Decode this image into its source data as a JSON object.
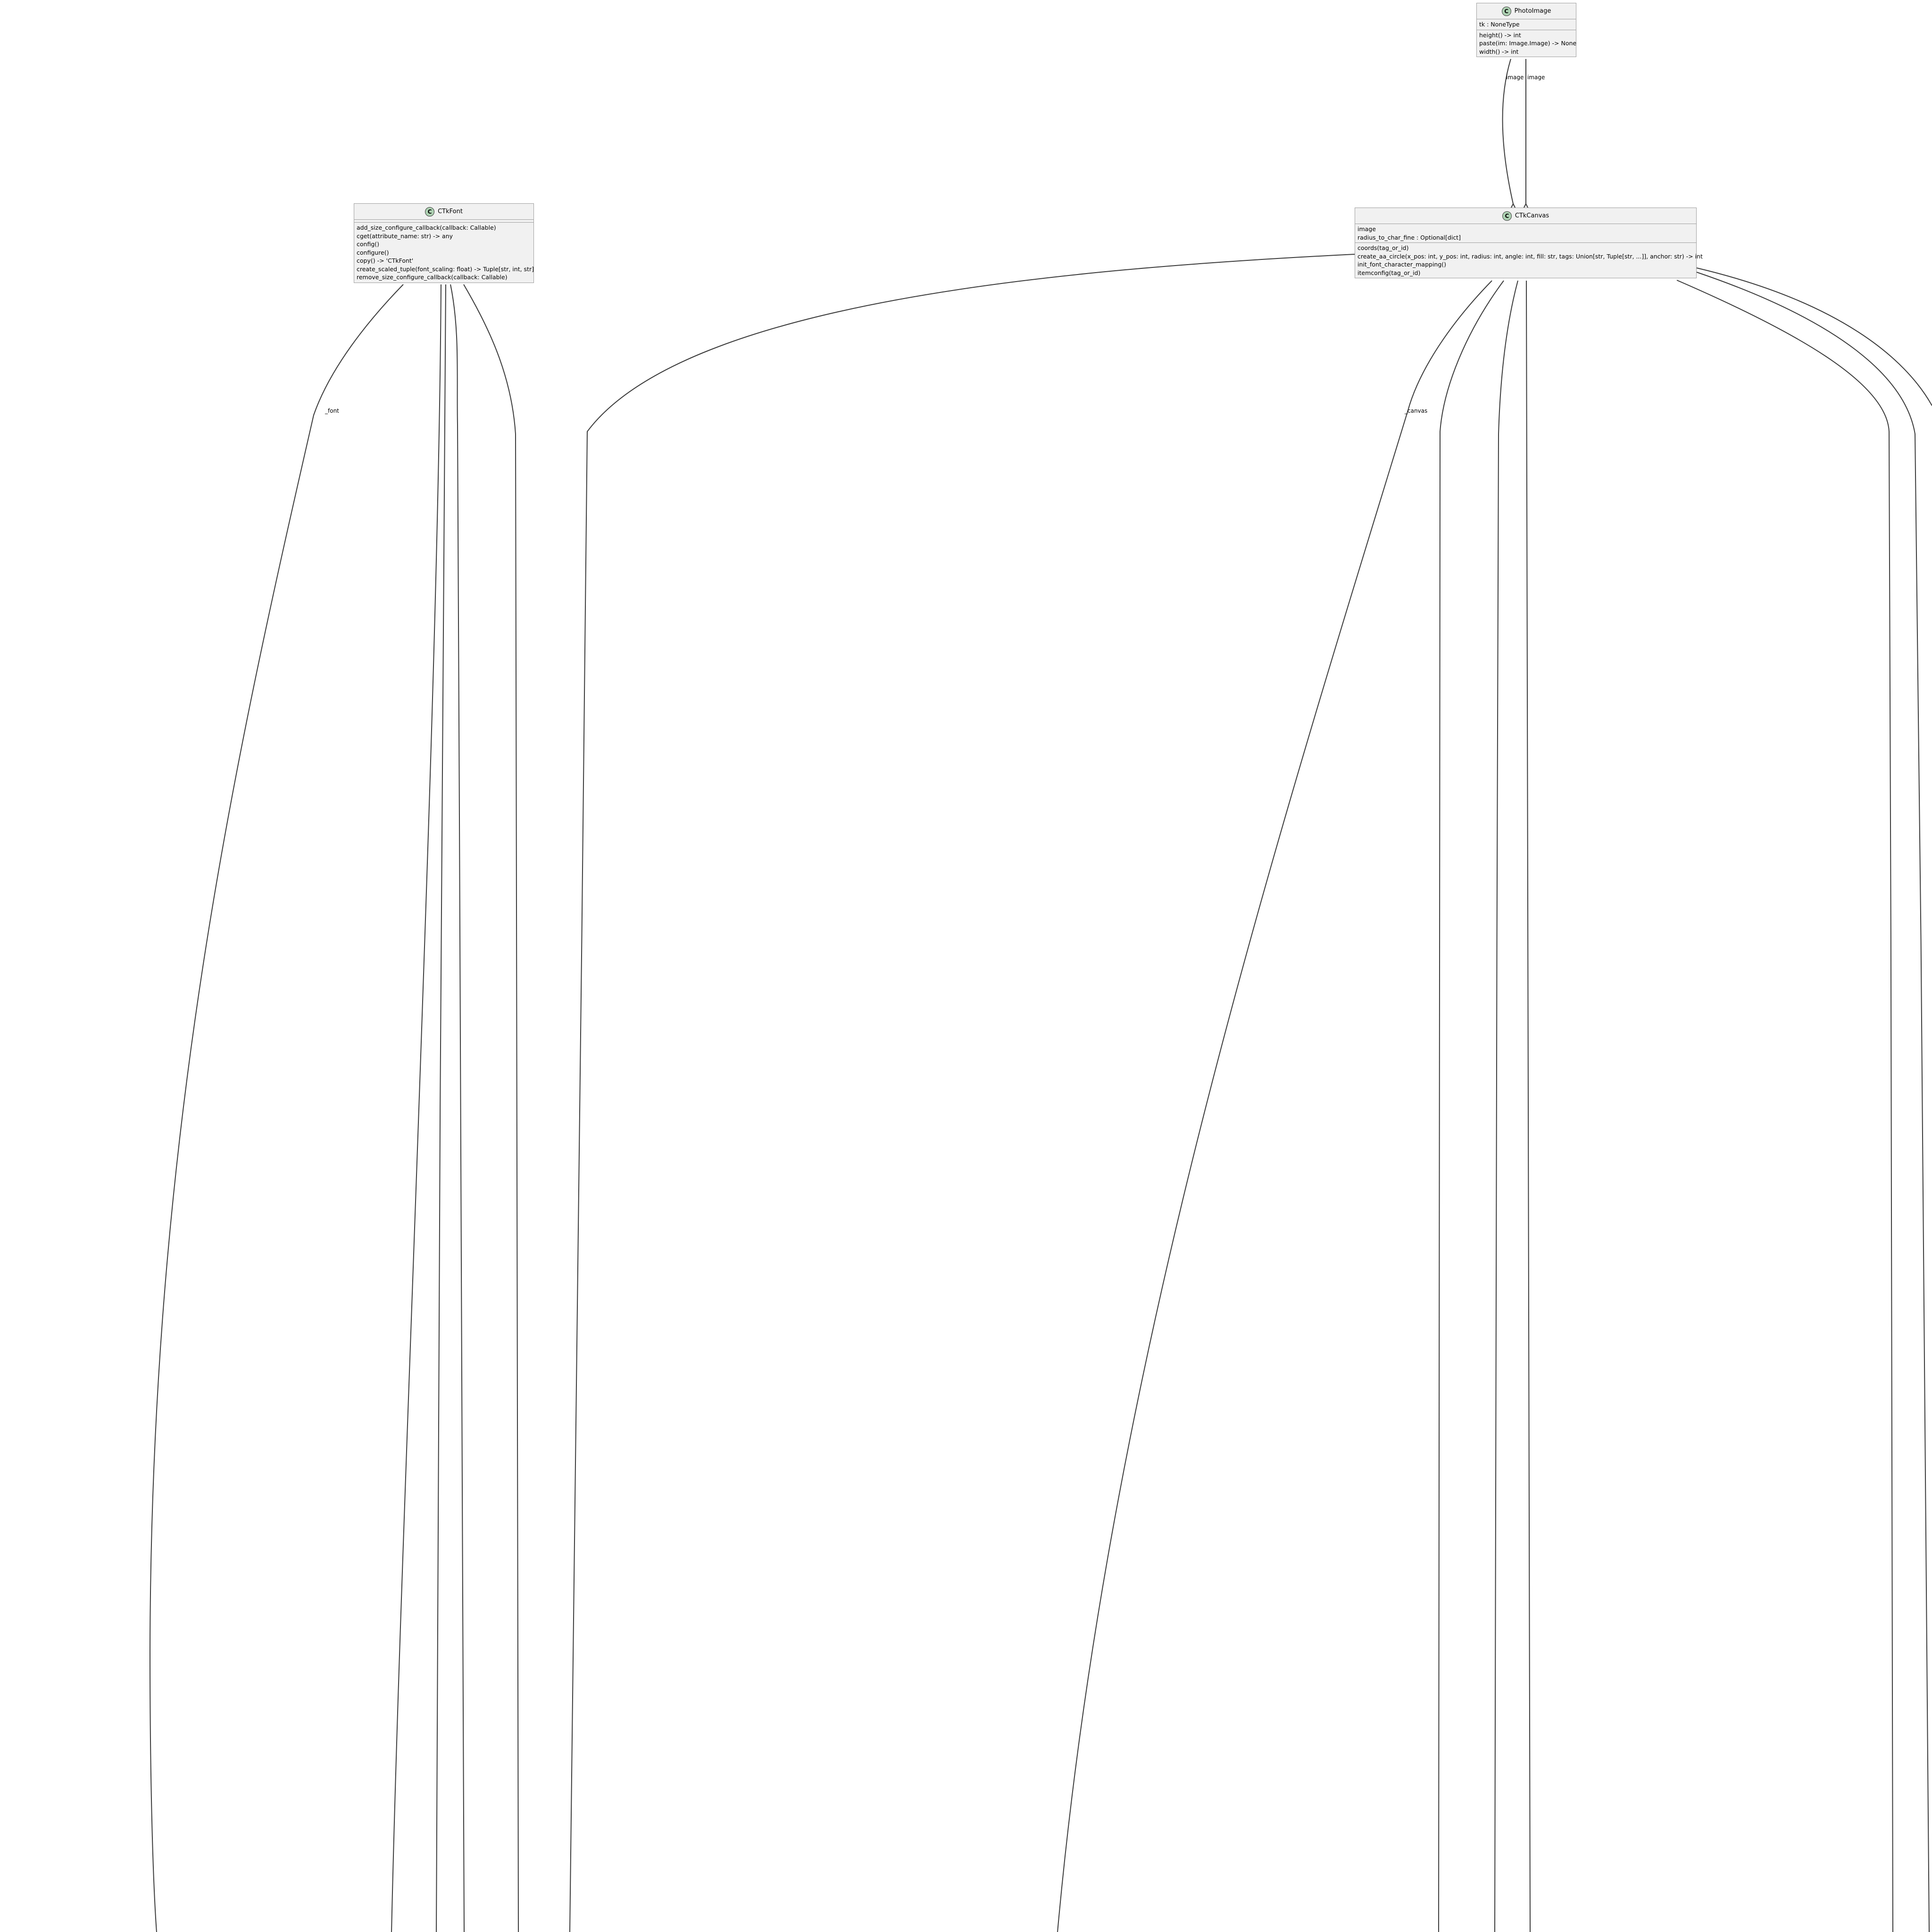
{
  "classes": {
    "photoimage": {
      "name": "PhotoImage",
      "stereotype": "C",
      "attributes": [
        "tk : NoneType"
      ],
      "methods": [
        "height() -> int",
        "paste(im: Image.Image) -> None",
        "width() -> int"
      ]
    },
    "ctkfont": {
      "name": "CTkFont",
      "stereotype": "C",
      "attributes": [],
      "methods": [
        "add_size_configure_callback(callback: Callable)",
        "cget(attribute_name: str) -> any",
        "config()",
        "configure()",
        "copy() -> 'CTkFont'",
        "create_scaled_tuple(font_scaling: float) -> Tuple[str, int, str]",
        "remove_size_configure_callback(callback: Callable)"
      ]
    },
    "ctkcanvas": {
      "name": "CTkCanvas",
      "stereotype": "C",
      "attributes": [
        "image",
        "radius_to_char_fine : Optional[dict]"
      ],
      "methods": [
        "coords(tag_or_id)",
        "create_aa_circle(x_pos: int, y_pos: int, radius: int, angle: int, fill: str, tags: Union[str, Tuple[str, ...]], anchor: str) -> int",
        "init_font_character_mapping()",
        "itemconfig(tag_or_id)"
      ]
    }
  },
  "edge_labels": {
    "image_1": "image",
    "image_2": "image",
    "font": "_font",
    "canvas": "_canvas"
  }
}
